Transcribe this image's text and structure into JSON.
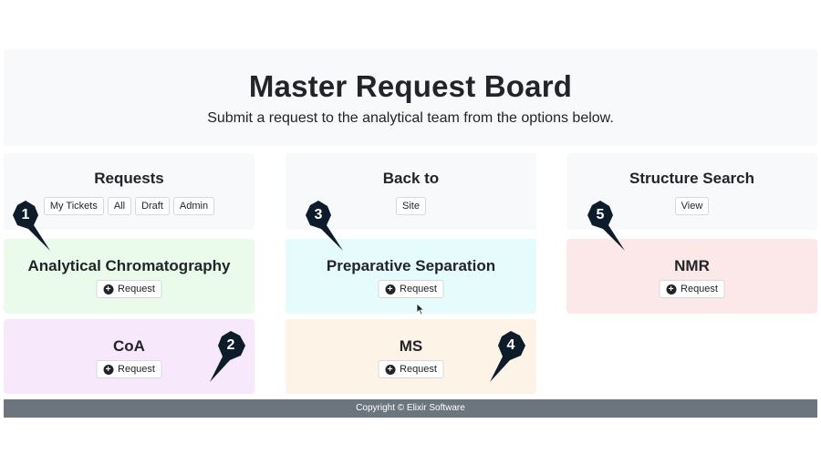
{
  "header": {
    "title": "Master Request Board",
    "subtitle": "Submit a request to the analytical team from the options below."
  },
  "nav": [
    {
      "title": "Requests",
      "buttons": [
        "My Tickets",
        "All",
        "Draft",
        "Admin"
      ]
    },
    {
      "title": "Back to",
      "buttons": [
        "Site"
      ]
    },
    {
      "title": "Structure Search",
      "buttons": [
        "View"
      ]
    }
  ],
  "cards": [
    {
      "title": "Analytical Chromatography",
      "button": "Request",
      "color": "#eafbec"
    },
    {
      "title": "Preparative Separation",
      "button": "Request",
      "color": "#e6fbfc"
    },
    {
      "title": "NMR",
      "button": "Request",
      "color": "#fde8e9"
    },
    {
      "title": "CoA",
      "button": "Request",
      "color": "#f7e8fc"
    },
    {
      "title": "MS",
      "button": "Request",
      "color": "#fdf4e7"
    }
  ],
  "markers": [
    "1",
    "2",
    "3",
    "4",
    "5"
  ],
  "footer": {
    "text": "Copyright © Elixir Software"
  },
  "colors": {
    "panel_bg": "#f8f9fa",
    "footer_bg": "#6c757d",
    "marker": "#0d1b2a"
  }
}
